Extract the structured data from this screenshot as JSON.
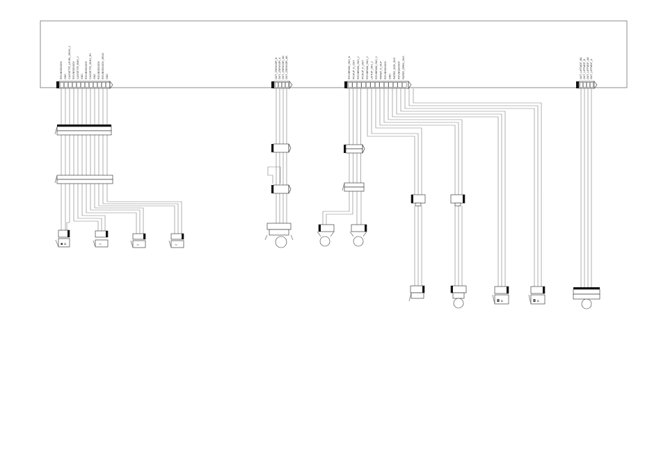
{
  "board": {
    "connectors": [
      {
        "id": "cn1",
        "labels": [
          "RGVIBSENSOV",
          "GND",
          "CASSETTE_LEVEL_SENS_1",
          "RGVIBSENSOV",
          "CASSETTE_EMS_2",
          "GND",
          "RGVIBSENSOV",
          "CASSETTE_SENS_R1",
          "GND",
          "RGVIBSENSOV",
          "RGVIBSENSOV_SENS",
          "GND"
        ]
      },
      {
        "id": "cn2",
        "labels": [
          "OUT_ZSENSOR_B",
          "OUT_ZSENSOR_A",
          "OUT_ZSENSOR_AB",
          "OUT_ZSENSOR_AB"
        ]
      },
      {
        "id": "cn3",
        "labels": [
          "RGVIBRUM_SNS_N",
          "PICKUP_N_OUT",
          "RGVIBRUM_SNS_2",
          "PICKUP_N_OUT",
          "RGVIBRUM_SNS_2",
          "LIFTUP_SNS_2",
          "RGVIBRUM_SNS_3",
          "PAPER_N_OUT",
          "RGVIBSENSOV",
          "GND",
          "PAPER_SIZE_SNS",
          "RGVIBSENSOV",
          "PAPER_OPEN_SNS"
        ]
      },
      {
        "id": "cn4",
        "labels": [
          "OUT_LIFTMOT_BB",
          "OUT_LIFTMOT_B",
          "OUT_LIFTMOT_AB",
          "OUT_LIFTMOT_A"
        ]
      }
    ]
  }
}
